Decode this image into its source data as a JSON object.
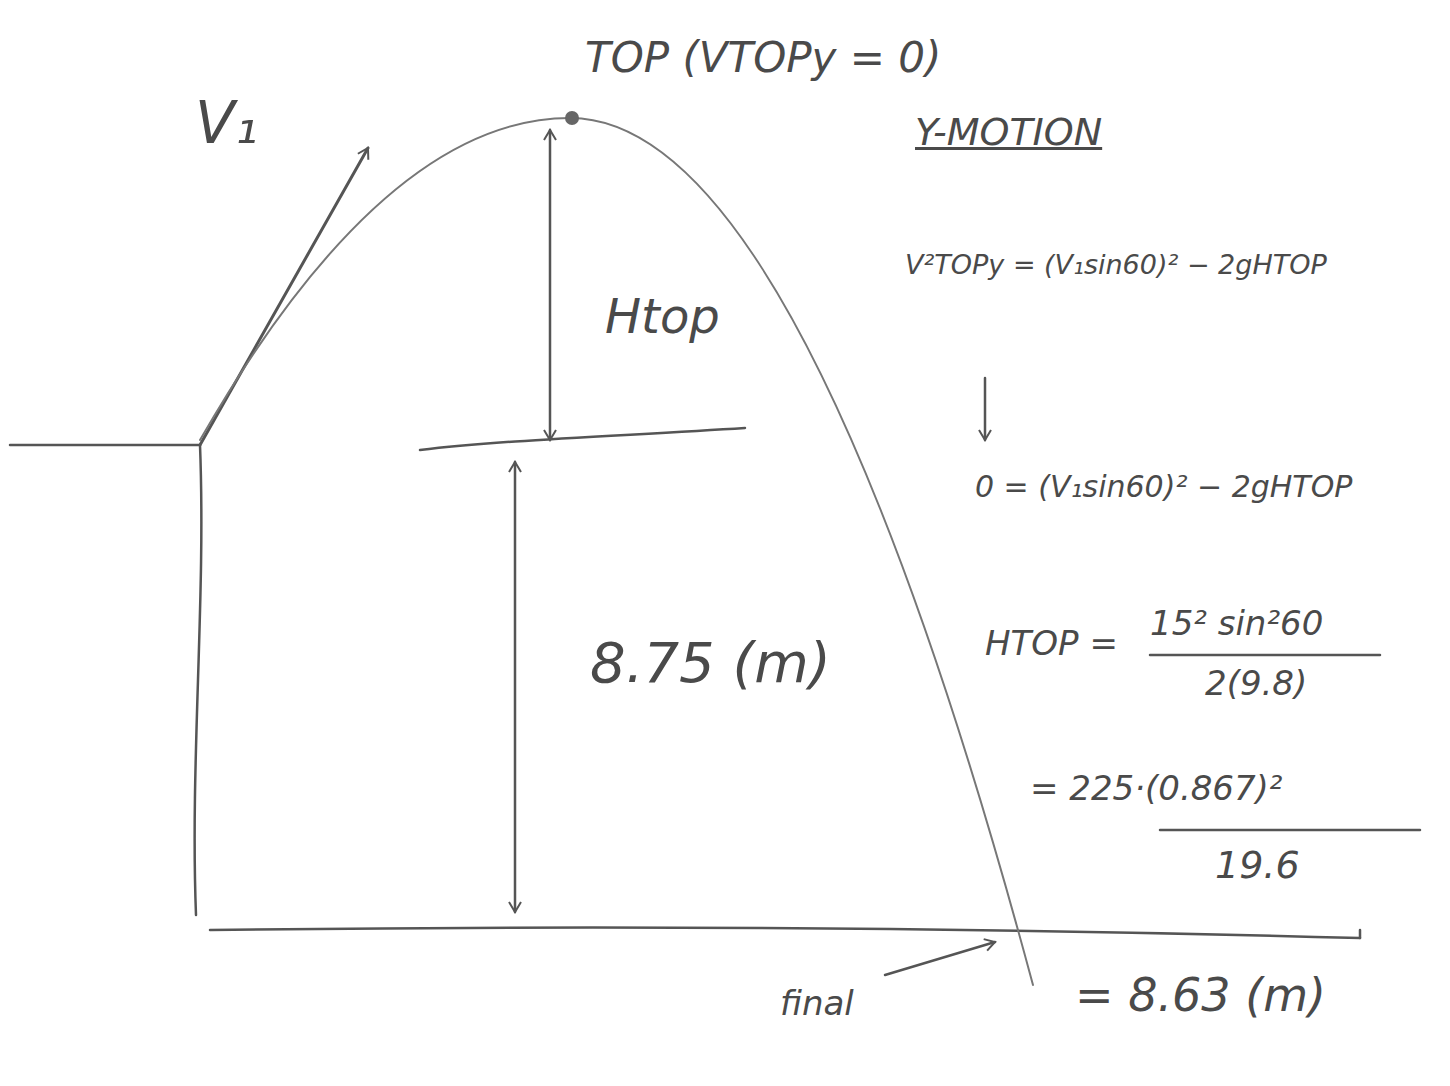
{
  "diagram": {
    "labels": [
      "TOP (VTOPy = 0)",
      "V₁",
      "Htop",
      "8.75 (m)",
      "Y-MOTION",
      "V²TOPy = (V₁sin60)² − 2gHTOP",
      "0 = (V₁sin60)² − 2gHTOP",
      "HTOP =",
      "15² sin²60",
      "2(9.8)",
      "= 225·(0.867)²",
      "19.6",
      "final",
      "= 8.63 (m)"
    ]
  }
}
